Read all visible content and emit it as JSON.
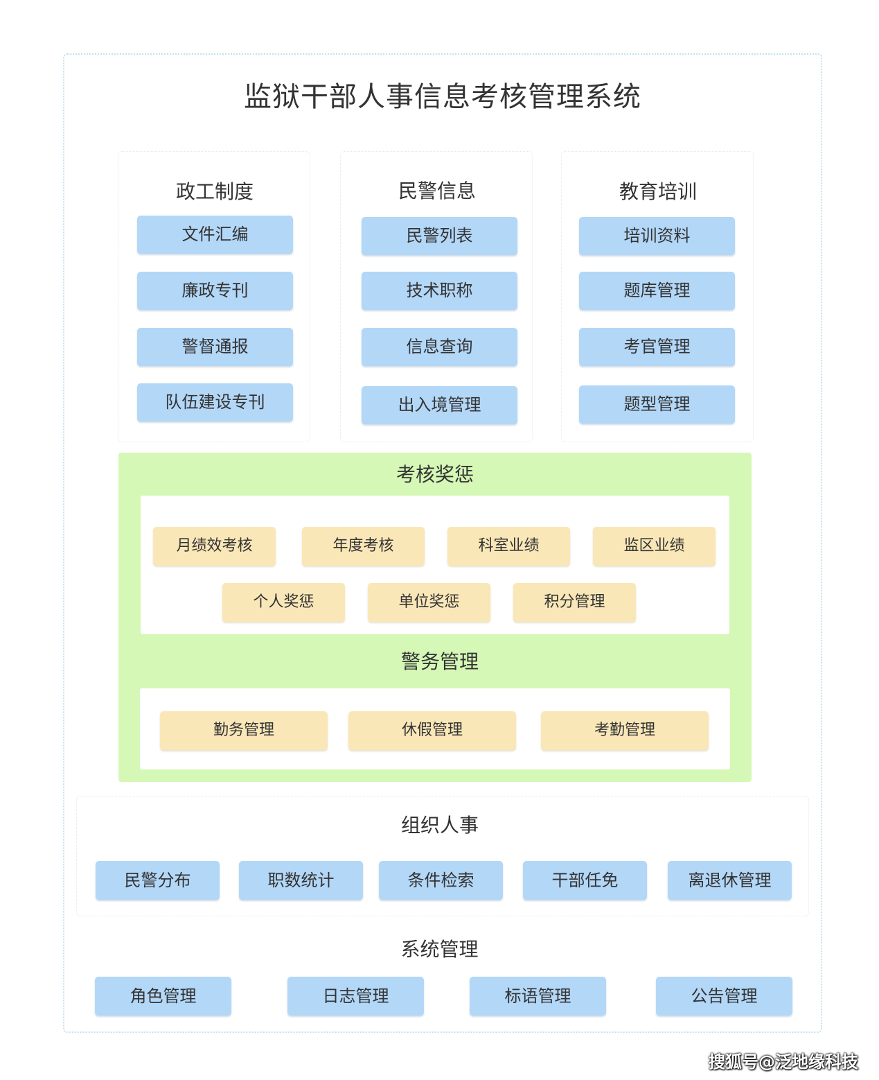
{
  "title": "监狱干部人事信息考核管理系统",
  "columns": [
    {
      "title": "政工制度",
      "items": [
        "文件汇编",
        "廉政专刊",
        "警督通报",
        "队伍建设专刊"
      ]
    },
    {
      "title": "民警信息",
      "items": [
        "民警列表",
        "技术职称",
        "信息查询",
        "出入境管理"
      ]
    },
    {
      "title": "教育培训",
      "items": [
        "培训资料",
        "题库管理",
        "考官管理",
        "题型管理"
      ]
    }
  ],
  "assessment": {
    "title": "考核奖惩",
    "items": [
      "月绩效考核",
      "年度考核",
      "科室业绩",
      "监区业绩",
      "个人奖惩",
      "单位奖惩",
      "积分管理"
    ]
  },
  "police_affairs": {
    "title": "警务管理",
    "items": [
      "勤务管理",
      "休假管理",
      "考勤管理"
    ]
  },
  "organization": {
    "title": "组织人事",
    "items": [
      "民警分布",
      "职数统计",
      "条件检索",
      "干部任免",
      "离退休管理"
    ]
  },
  "system": {
    "title": "系统管理",
    "items": [
      "角色管理",
      "日志管理",
      "标语管理",
      "公告管理"
    ]
  },
  "watermark": "搜狐号@泛地缘科技",
  "colors": {
    "blue_button": "#b3d7f7",
    "yellow_button": "#fae7b8",
    "green_panel": "#d5f8b6",
    "frame_border": "#bfe3ec"
  }
}
